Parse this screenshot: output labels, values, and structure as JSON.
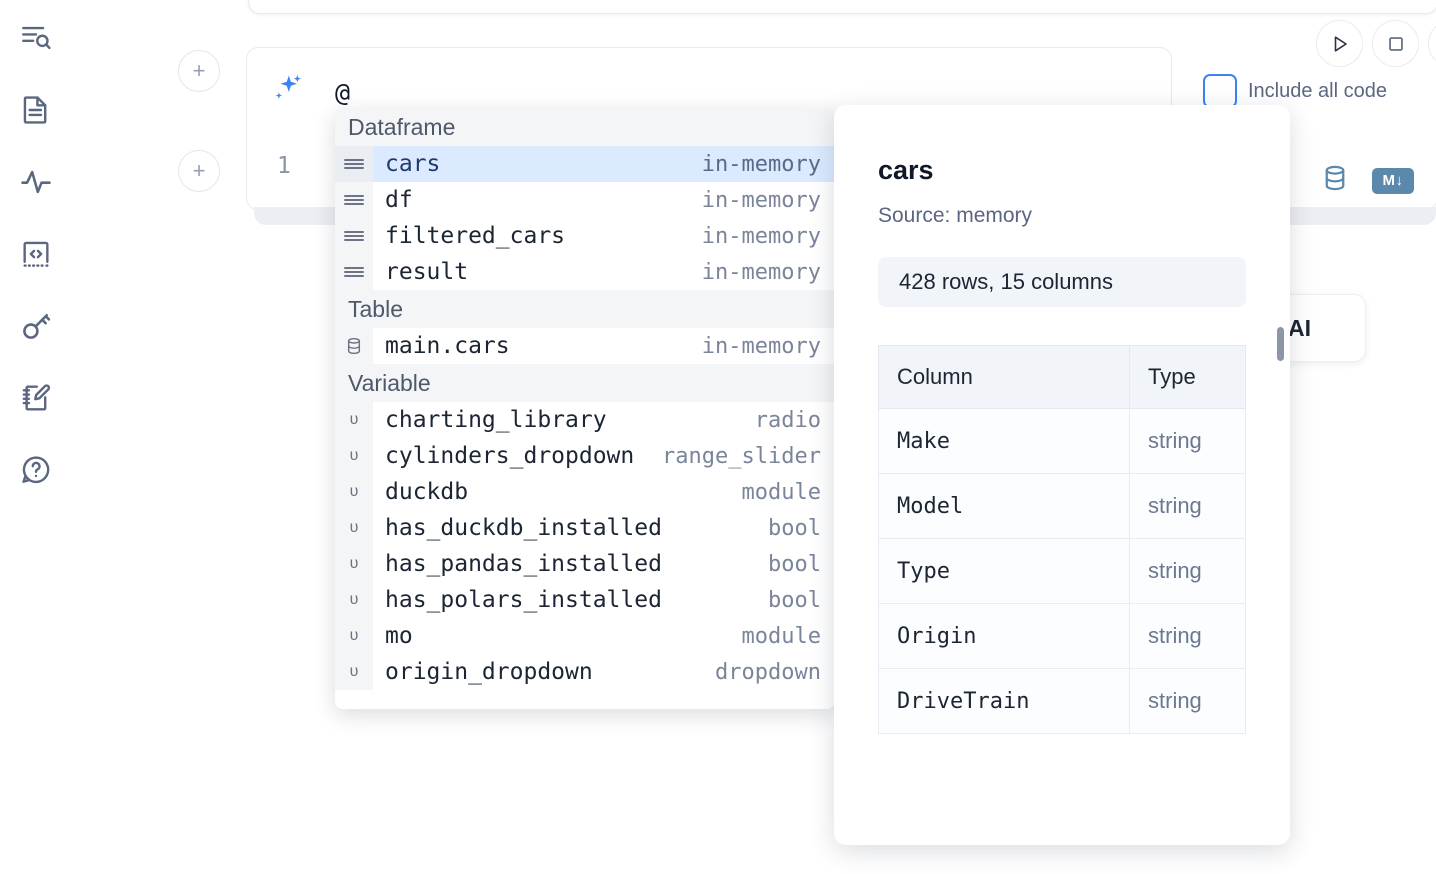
{
  "rail": {
    "items": [
      {
        "name": "explore-files-icon",
        "label": "Explore"
      },
      {
        "name": "notebook-file-icon",
        "label": "File Explorer"
      },
      {
        "name": "activity-icon",
        "label": "Activity"
      },
      {
        "name": "code-snippets-icon",
        "label": "Snippets"
      },
      {
        "name": "secrets-key-icon",
        "label": "Secrets"
      },
      {
        "name": "scratchpad-icon",
        "label": "Scratchpad"
      },
      {
        "name": "help-icon",
        "label": "Help"
      }
    ]
  },
  "ai_prompt": {
    "value": "@",
    "placeholder": "",
    "sparkle_icon": "sparkle-icon",
    "add_cell_label": "+",
    "include_all_code_label": "Include all code",
    "include_all_code_checked": false,
    "run_button_label": "Run",
    "stop_button_label": "Stop",
    "accent": "#3b82f6"
  },
  "code_cell": {
    "line_number": "1",
    "toolbar": {
      "database_icon": "database-icon",
      "markdown_badge": "M",
      "markdown_arrow": "↓"
    }
  },
  "ai_pill": {
    "label": "AI"
  },
  "autocomplete": {
    "groups": [
      {
        "label": "Dataframe",
        "icon": "dataframe-icon",
        "kind": "dataframe",
        "items": [
          {
            "name": "cars",
            "type": "in-memory",
            "selected": true
          },
          {
            "name": "df",
            "type": "in-memory",
            "selected": false
          },
          {
            "name": "filtered_cars",
            "type": "in-memory",
            "selected": false
          },
          {
            "name": "result",
            "type": "in-memory",
            "selected": false
          }
        ]
      },
      {
        "label": "Table",
        "icon": "database-icon",
        "kind": "table",
        "items": [
          {
            "name": "main.cars",
            "type": "in-memory",
            "selected": false
          }
        ]
      },
      {
        "label": "Variable",
        "icon": "variable-icon",
        "kind": "variable",
        "items": [
          {
            "name": "charting_library",
            "type": "radio",
            "selected": false
          },
          {
            "name": "cylinders_dropdown",
            "type": "range_slider",
            "selected": false
          },
          {
            "name": "duckdb",
            "type": "module",
            "selected": false
          },
          {
            "name": "has_duckdb_installed",
            "type": "bool",
            "selected": false
          },
          {
            "name": "has_pandas_installed",
            "type": "bool",
            "selected": false
          },
          {
            "name": "has_polars_installed",
            "type": "bool",
            "selected": false
          },
          {
            "name": "mo",
            "type": "module",
            "selected": false
          },
          {
            "name": "origin_dropdown",
            "type": "dropdown",
            "selected": false
          }
        ]
      }
    ]
  },
  "detail": {
    "title": "cars",
    "source": "Source: memory",
    "shape": "428 rows, 15 columns",
    "table": {
      "headers": [
        "Column",
        "Type"
      ],
      "rows": [
        [
          "Make",
          "string"
        ],
        [
          "Model",
          "string"
        ],
        [
          "Type",
          "string"
        ],
        [
          "Origin",
          "string"
        ],
        [
          "DriveTrain",
          "string"
        ]
      ]
    }
  }
}
